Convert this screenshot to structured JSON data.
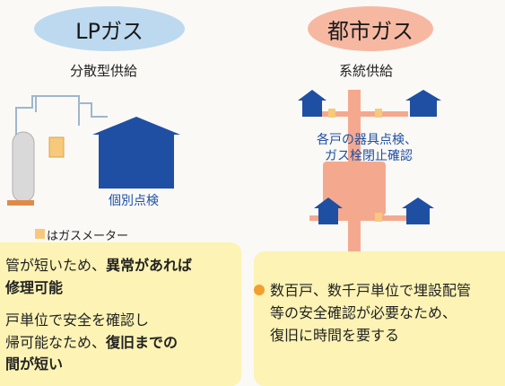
{
  "lp": {
    "title": "LPガス",
    "subtitle": "分散型供給",
    "check_label": "個別点検",
    "legend": "はガスメーター",
    "note_line1_pre": "管が短いため、",
    "note_line1_bold": "異常があれば",
    "note_line2_bold": "修理可能",
    "note_line3": "戸単位で安全を確認し",
    "note_line4_pre": "帰可能なため、",
    "note_line4_bold": "復旧までの",
    "note_line5_bold": "間が短い"
  },
  "city": {
    "title": "都市ガス",
    "subtitle": "系統供給",
    "check_label_line1": "各戸の器具点検、",
    "check_label_line2": "ガス栓閉止確認",
    "note_line1": "数百戸、数千戸単位で埋設配管",
    "note_line2": "等の安全確認が必要なため、",
    "note_line3": "復旧に時間を要する"
  },
  "colors": {
    "lp_pill": "#bcd9ef",
    "city_pill": "#f7b8a2",
    "house": "#1f4fa3",
    "pipe": "#f4a98f",
    "meter": "#f7c97a",
    "panel": "#fcf3b4"
  }
}
